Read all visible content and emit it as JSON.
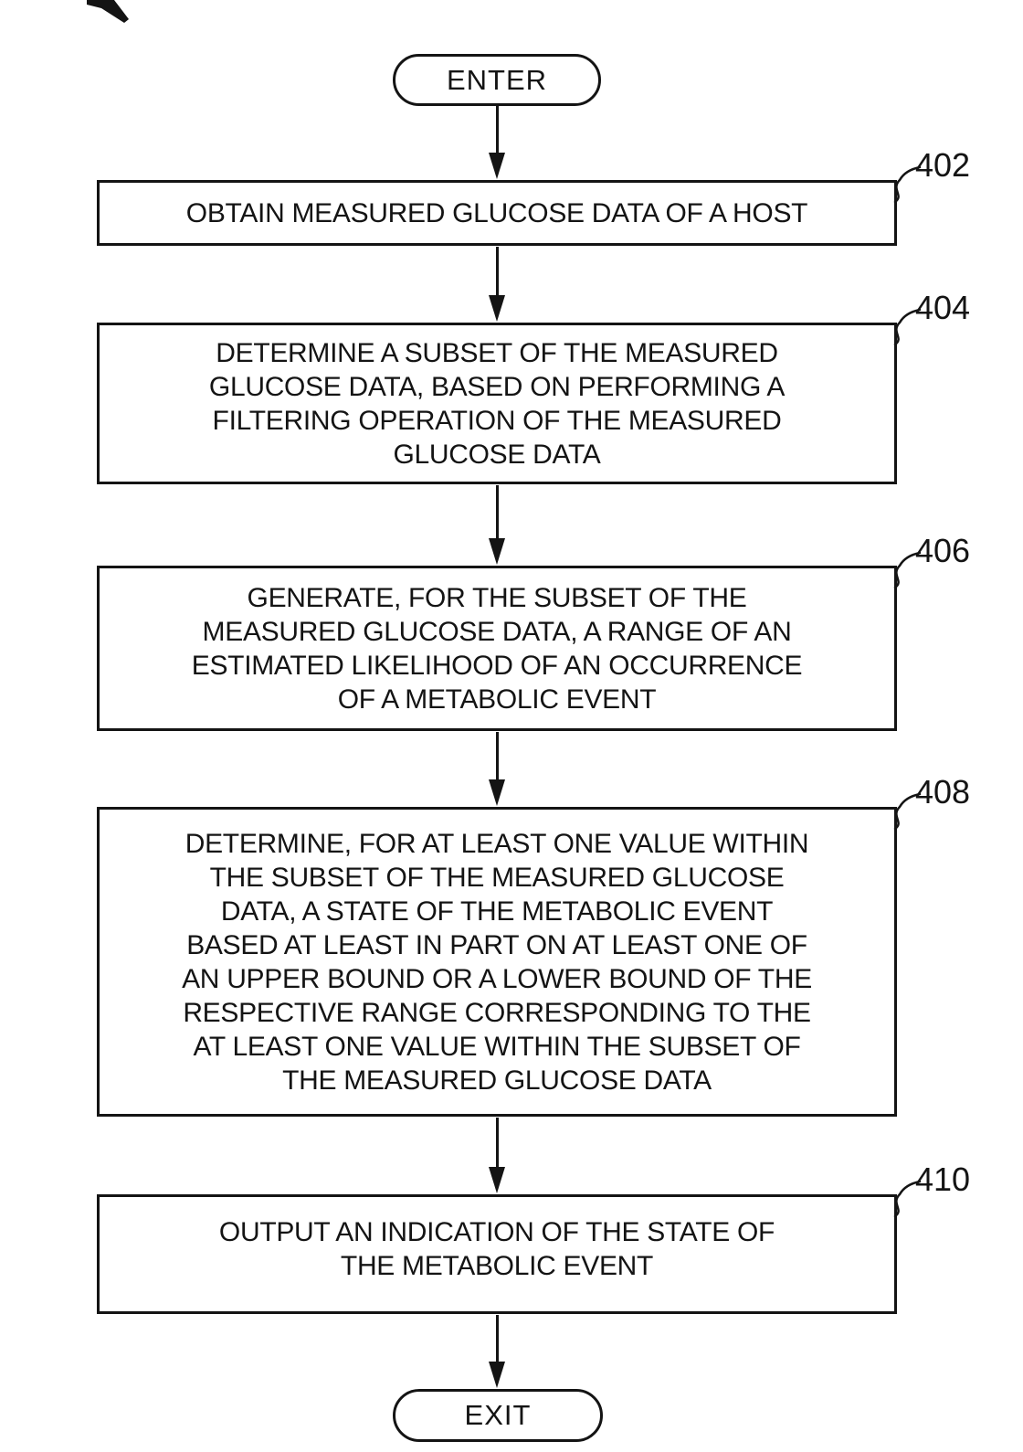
{
  "figure": {
    "ink_color": "#141414",
    "background_color": "#ffffff",
    "terminals": {
      "enter": "ENTER",
      "exit": "EXIT"
    },
    "steps": [
      {
        "ref": "402",
        "lines": [
          "OBTAIN MEASURED GLUCOSE DATA OF A HOST"
        ]
      },
      {
        "ref": "404",
        "lines": [
          "DETERMINE A SUBSET OF THE MEASURED",
          "GLUCOSE DATA, BASED ON PERFORMING A",
          "FILTERING OPERATION OF THE MEASURED",
          "GLUCOSE DATA"
        ]
      },
      {
        "ref": "406",
        "lines": [
          "GENERATE, FOR THE SUBSET OF THE",
          "MEASURED GLUCOSE DATA, A RANGE OF AN",
          "ESTIMATED LIKELIHOOD OF AN OCCURRENCE",
          "OF A METABOLIC EVENT"
        ]
      },
      {
        "ref": "408",
        "lines": [
          "DETERMINE, FOR AT LEAST ONE VALUE WITHIN",
          "THE SUBSET OF THE MEASURED GLUCOSE",
          "DATA, A STATE OF THE METABOLIC EVENT",
          "BASED AT LEAST IN PART ON AT LEAST ONE OF",
          "AN UPPER BOUND OR A LOWER BOUND OF THE",
          "RESPECTIVE RANGE CORRESPONDING TO THE",
          "AT LEAST ONE VALUE WITHIN THE SUBSET OF",
          "THE MEASURED GLUCOSE DATA"
        ]
      },
      {
        "ref": "410",
        "lines": [
          "OUTPUT AN INDICATION OF THE STATE OF",
          "THE METABOLIC EVENT"
        ]
      }
    ]
  }
}
